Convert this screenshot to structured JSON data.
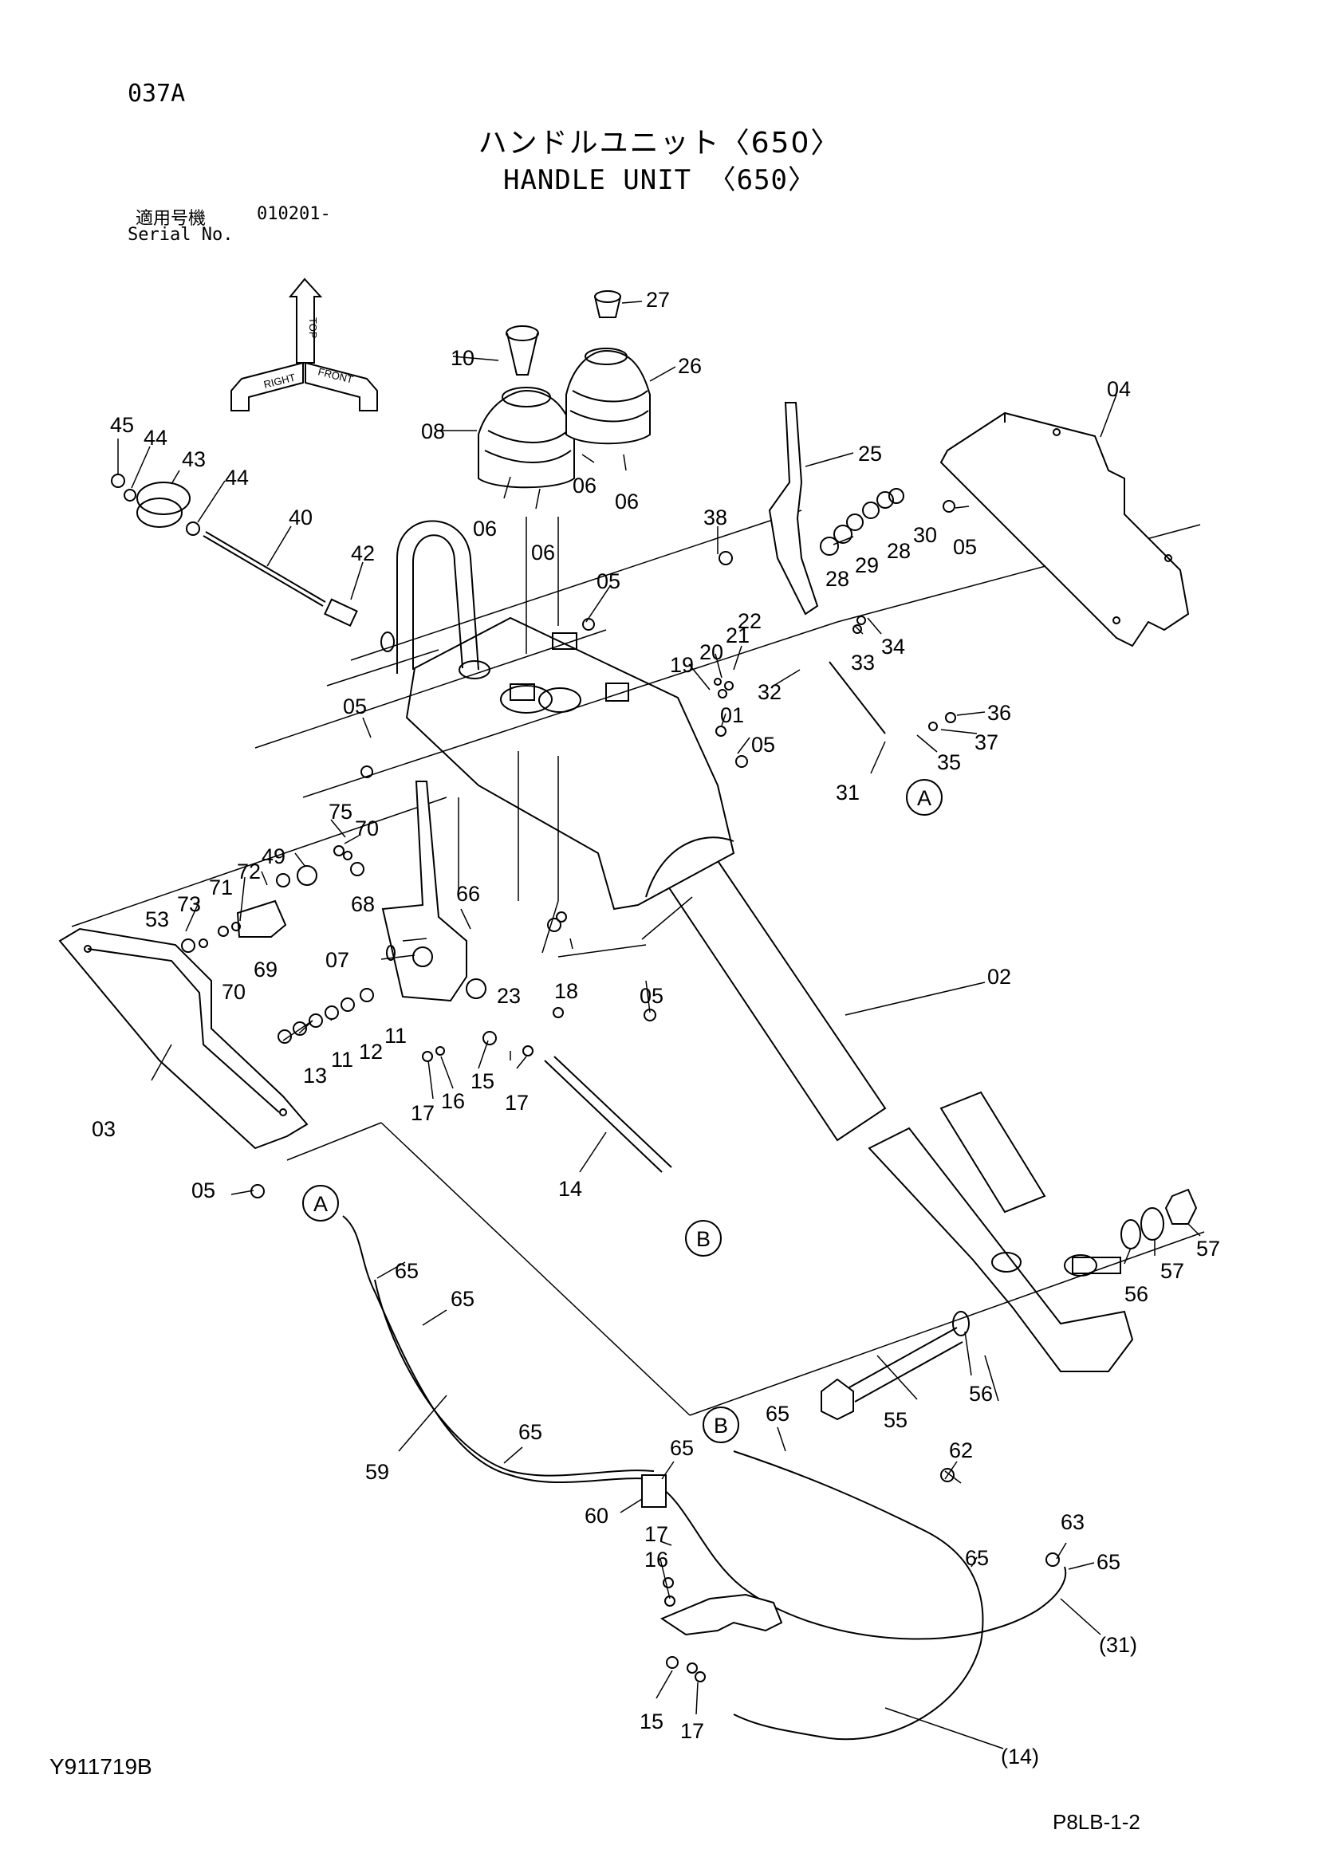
{
  "header": {
    "page_code": "037A",
    "title_jp": "ハンドルユニット〈650〉",
    "title_en": "HANDLE UNIT 〈650〉",
    "serial_label_jp": "適用号機",
    "serial_value": "010201-",
    "serial_label_en": "Serial No."
  },
  "footer": {
    "doc_number": "Y911719B",
    "page_ref": "P8LB-1-2"
  },
  "orientation_icon": {
    "icon": "orientation-arrows-icon",
    "labels": [
      "TOP",
      "RIGHT",
      "FRONT"
    ]
  },
  "callouts": [
    "01",
    "02",
    "03",
    "04",
    "05",
    "05",
    "05",
    "05",
    "05",
    "05",
    "06",
    "06",
    "06",
    "06",
    "07",
    "08",
    "10",
    "11",
    "11",
    "12",
    "13",
    "14",
    "(14)",
    "15",
    "15",
    "16",
    "16",
    "17",
    "17",
    "17",
    "17",
    "18",
    "19",
    "20",
    "21",
    "22",
    "23",
    "25",
    "26",
    "27",
    "28",
    "28",
    "29",
    "30",
    "31",
    "(31)",
    "32",
    "33",
    "34",
    "35",
    "36",
    "37",
    "38",
    "40",
    "42",
    "43",
    "44",
    "44",
    "45",
    "49",
    "53",
    "55",
    "56",
    "56",
    "57",
    "57",
    "59",
    "60",
    "62",
    "63",
    "65",
    "65",
    "65",
    "65",
    "65",
    "65",
    "65",
    "66",
    "68",
    "69",
    "70",
    "70",
    "71",
    "72",
    "73",
    "75"
  ],
  "connectors": [
    "A",
    "A",
    "B",
    "B"
  ]
}
